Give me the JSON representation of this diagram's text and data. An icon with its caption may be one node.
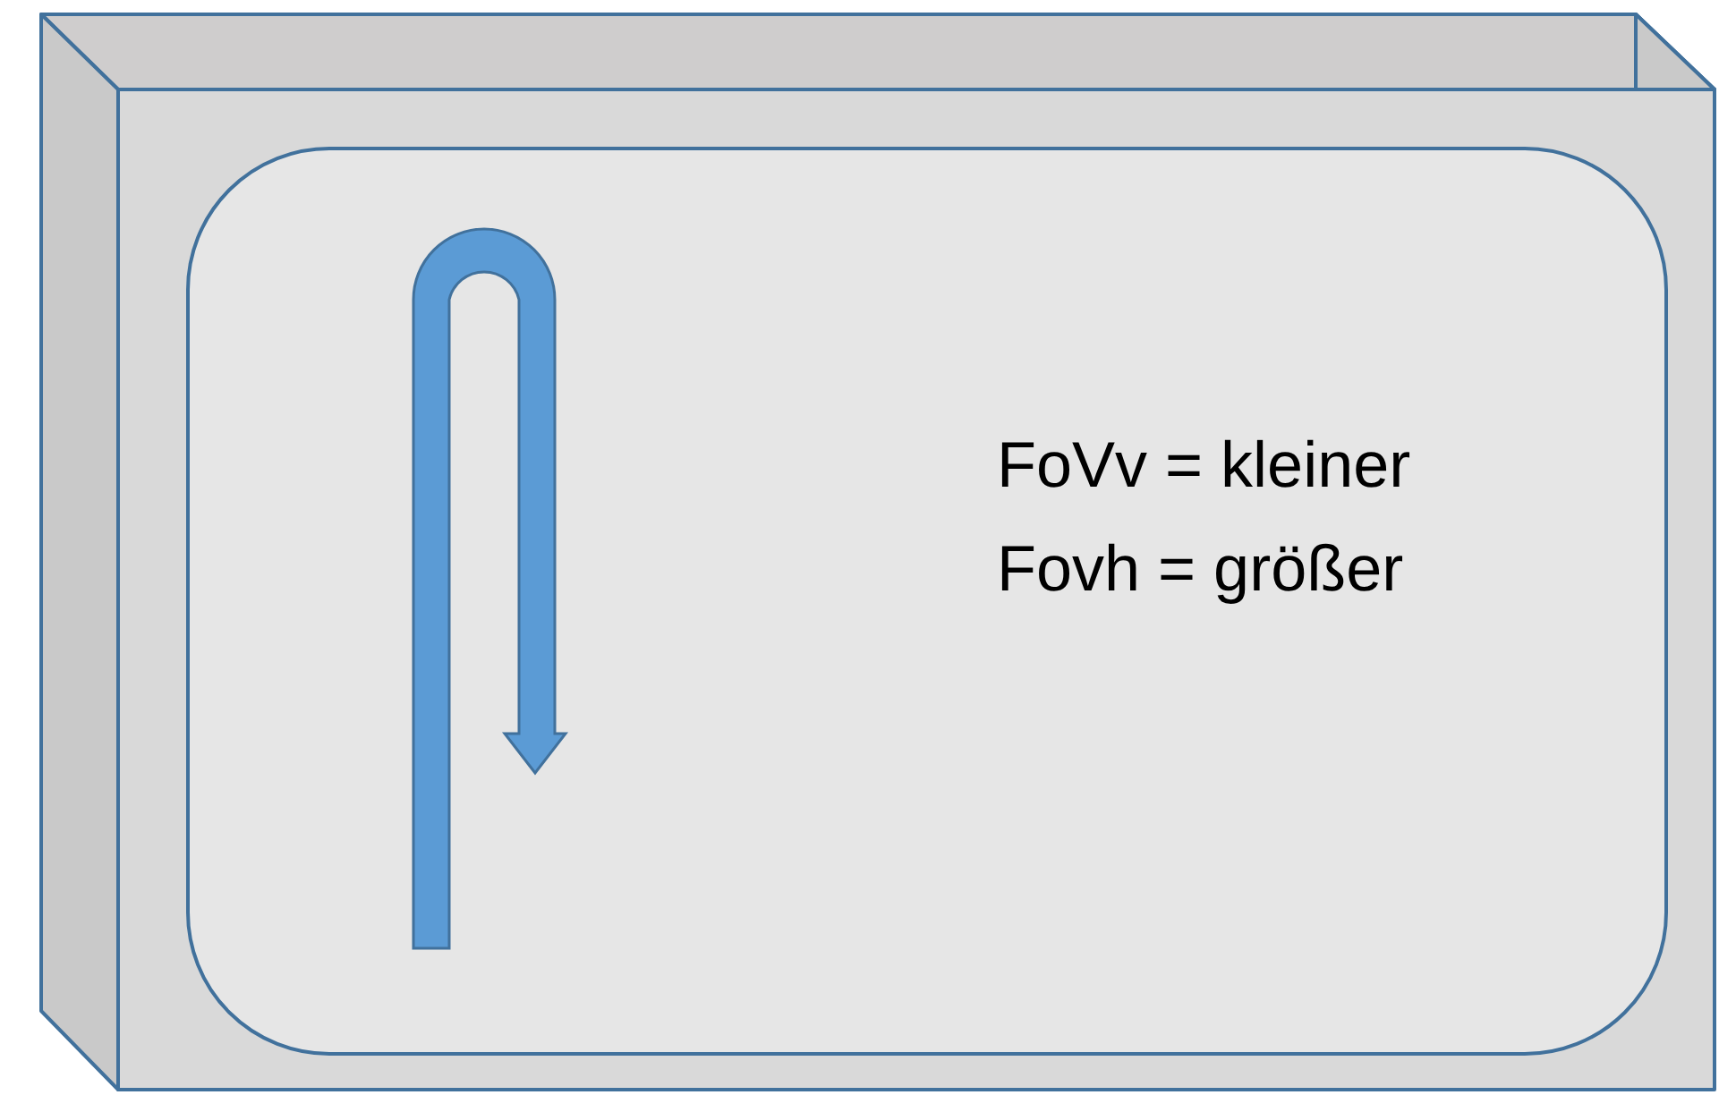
{
  "diagram": {
    "nodes": [
      {
        "text": [],
        "shape": "box"
      },
      {
        "text": [
          "FoVv = kleiner",
          "Fovh = größer"
        ],
        "in": 0
      }
    ]
  }
}
